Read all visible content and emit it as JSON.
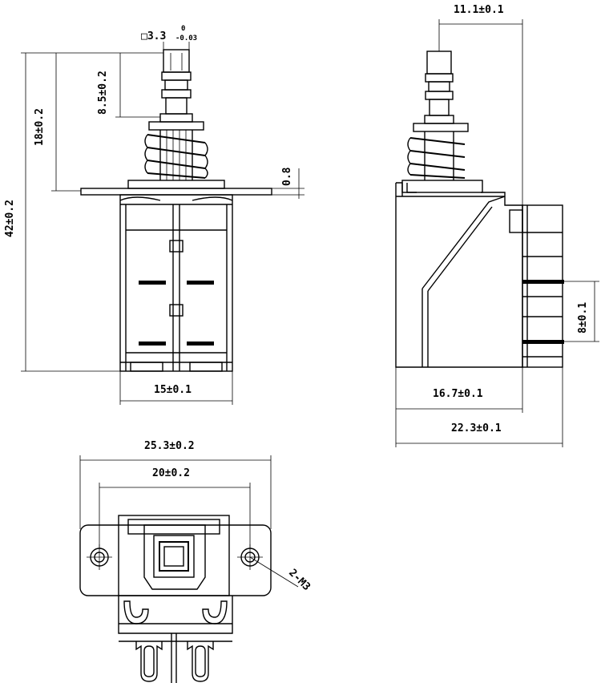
{
  "dimensions": {
    "front_width": "15±0.1",
    "total_height": "42±0.2",
    "stroke_height": "18±0.2",
    "button_length": "8.5±0.2",
    "plate_thickness": "0.8",
    "button_square": "□3.3",
    "button_tol_upper": "0",
    "button_tol_lower": "-0.03",
    "side_top_offset": "11.1±0.1",
    "terminal_pitch": "8±0.1",
    "side_body_depth": "16.7±0.1",
    "side_total_depth": "22.3±0.1",
    "flange_width": "25.3±0.2",
    "hole_spacing": "20±0.2",
    "mount_holes": "2-M3"
  }
}
